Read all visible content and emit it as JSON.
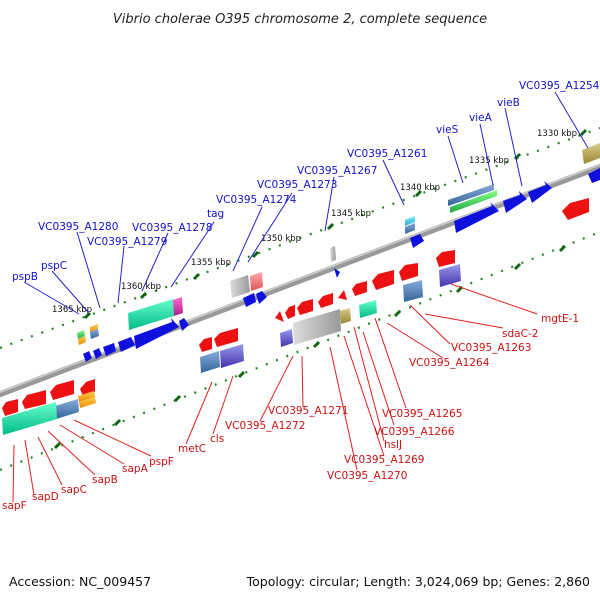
{
  "title": "Vibrio cholerae O395 chromosome 2, complete sequence",
  "footer": {
    "accession": "Accession: NC_009457",
    "summary": "Topology: circular; Length: 3,024,069 bp; Genes: 2,860"
  },
  "colors": {
    "forward_strand": "#1010dd",
    "reverse_strand": "#ee1111",
    "backbone": "#888888",
    "forward_label": "#1111cc",
    "reverse_label": "#cc1111",
    "tick": "#228822"
  },
  "scale_labels": [
    {
      "text": "1330 kbp"
    },
    {
      "text": "1335 kbp"
    },
    {
      "text": "1340 kbp"
    },
    {
      "text": "1345 kbp"
    },
    {
      "text": "1350 kbp"
    },
    {
      "text": "1355 kbp"
    },
    {
      "text": "1360 kbp"
    },
    {
      "text": "1365 kbp"
    }
  ],
  "forward_labels": [
    "VC0395_A1254",
    "vieB",
    "vieA",
    "vieS",
    "VC0395_A1261",
    "VC0395_A1267",
    "VC0395_A1273",
    "VC0395_A1274",
    "tag",
    "VC0395_A1278",
    "VC0395_A1279",
    "VC0395_A1280",
    "pspC",
    "pspB"
  ],
  "reverse_labels": [
    "mgtE-1",
    "sdaC-2",
    "VC0395_A1263",
    "VC0395_A1264",
    "VC0395_A1265",
    "VC0395_A1266",
    "hslJ",
    "VC0395_A1269",
    "VC0395_A1270",
    "VC0395_A1271",
    "VC0395_A1272",
    "cls",
    "metC",
    "pspF",
    "sapA",
    "sapB",
    "sapC",
    "sapD",
    "sapF"
  ]
}
